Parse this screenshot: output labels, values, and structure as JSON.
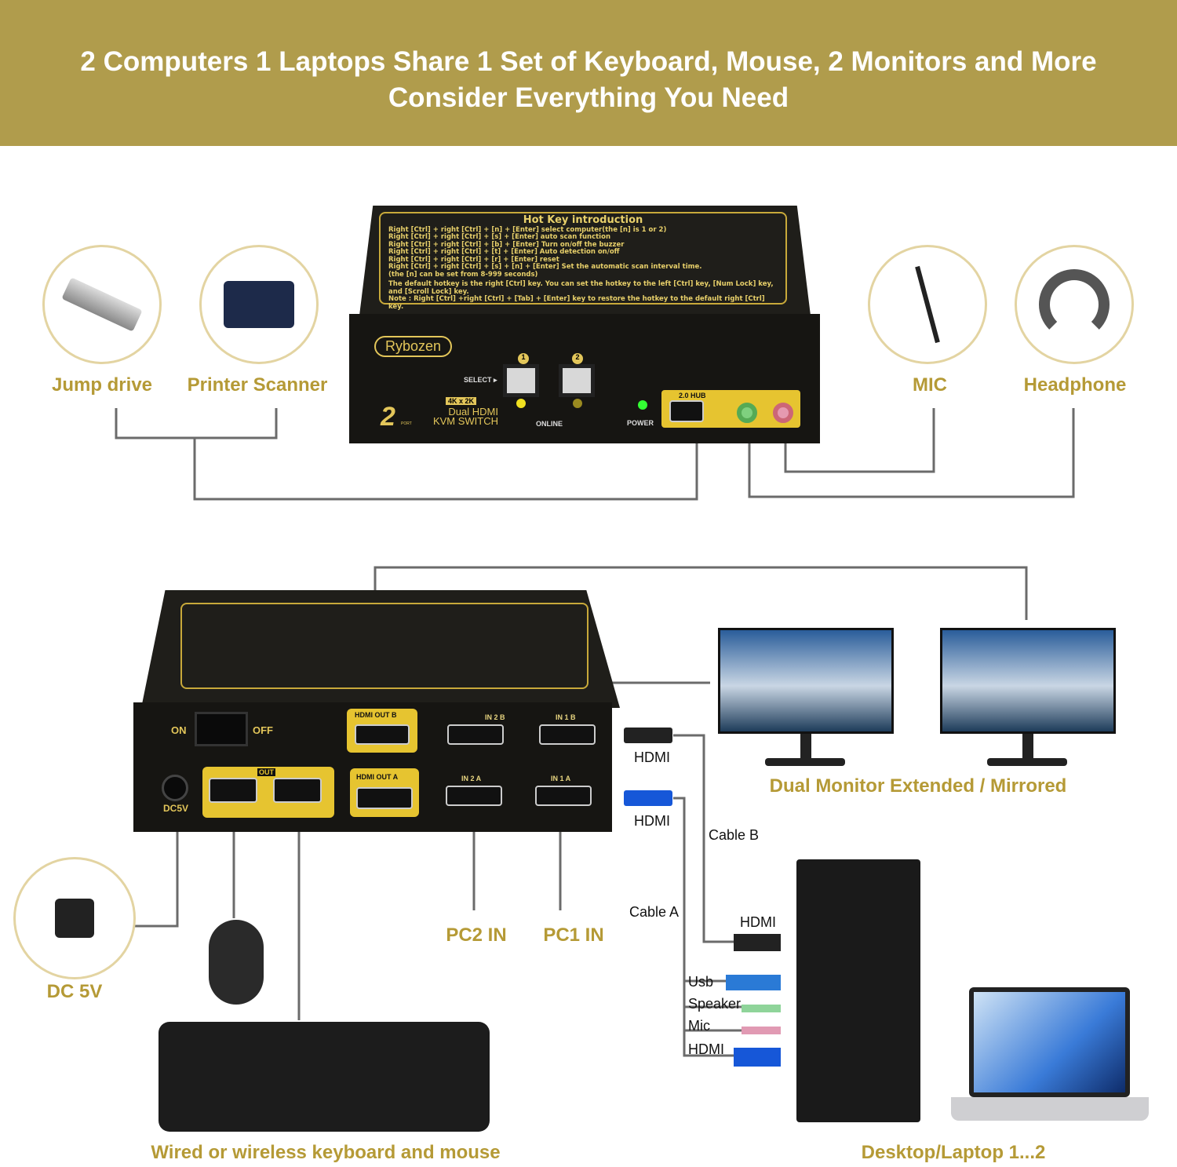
{
  "banner": {
    "line1": "2 Computers 1 Laptops Share 1 Set of Keyboard, Mouse, 2 Monitors and More",
    "line2": "Consider Everything You Need"
  },
  "peripherals": {
    "jump_drive": "Jump drive",
    "printer": "Printer Scanner",
    "mic": "MIC",
    "headphone": "Headphone",
    "dc": "DC 5V",
    "keyboard_mouse": "Wired or wireless keyboard and mouse",
    "monitors": "Dual Monitor Extended / Mirrored",
    "computers": "Desktop/Laptop 1...2"
  },
  "front": {
    "hotkey_title": "Hot Key introduction",
    "hotkeys": [
      "Right [Ctrl] + right [Ctrl] + [n] + [Enter]  select computer(the [n] is 1 or 2)",
      "Right [Ctrl] + right [Ctrl] + [s] + [Enter]  auto scan function",
      "Right [Ctrl] + right [Ctrl] + [b] + [Enter]  Turn on/off the buzzer",
      "Right [Ctrl] + right [Ctrl] + [t] + [Enter]  Auto detection on/off",
      "Right [Ctrl] + right [Ctrl] + [r] + [Enter]  reset",
      "Right [Ctrl] + right [Ctrl] + [s] + [n] + [Enter]  Set the automatic scan interval time.",
      "(the [n] can be set from 8-999 seconds)"
    ],
    "hotkey_note1": "The default hotkey is the right [Ctrl] key. You can set the hotkey to the left [Ctrl] key, [Num Lock] key, and [Scroll Lock] key.",
    "hotkey_note2": "Note : Right [Ctrl] +right [Ctrl] + [Tab] + [Enter] key to restore the hotkey to the default right [Ctrl] key.",
    "brand": "Rybozen",
    "select": "SELECT ▸",
    "btn1": "1",
    "btn2": "2",
    "online": "ONLINE",
    "power": "POWER",
    "res": "4K x 2K",
    "model_num": "2",
    "model_port": "PORT",
    "model1": "Dual HDMI",
    "model2": "KVM SWITCH",
    "hub": "2.0 HUB"
  },
  "back": {
    "on": "ON",
    "off": "OFF",
    "dc": "DC5V",
    "out": "OUT",
    "hdmi_out_b": "HDMI OUT B",
    "hdmi_out_a": "HDMI OUT A",
    "in2b": "IN 2 B",
    "in1b": "IN 1 B",
    "in2a": "IN 2 A",
    "in1a": "IN 1 A",
    "pc2": "PC2 IN",
    "pc1": "PC1 IN"
  },
  "cables": {
    "hdmi1": "HDMI",
    "hdmi2": "HDMI",
    "cable_b": "Cable B",
    "cable_a": "Cable A",
    "hdmi_b_end": "HDMI",
    "usb": "Usb",
    "speaker": "Speaker",
    "mic": "Mic",
    "hdmi_a_end": "HDMI"
  },
  "colors": {
    "banner": "#b09c4c",
    "gold_text": "#b59a36",
    "panel_yellow": "#e6c430"
  }
}
